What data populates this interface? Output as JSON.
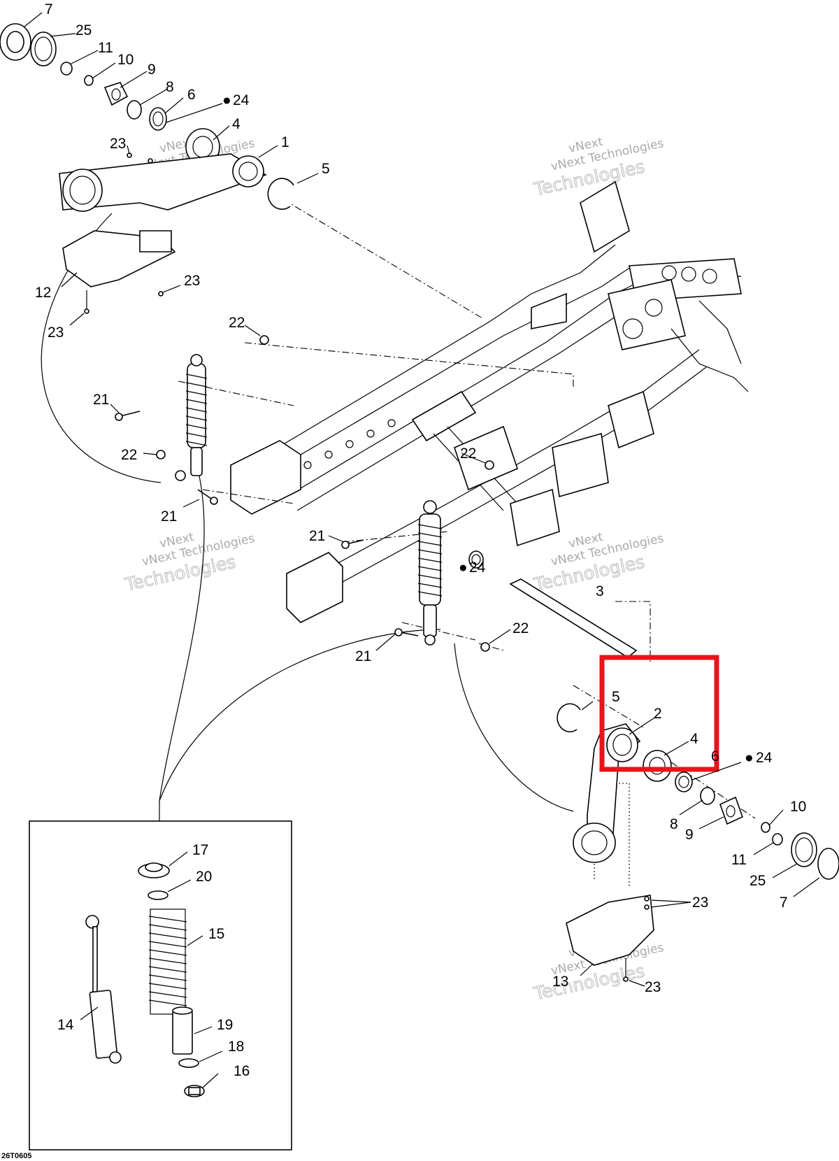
{
  "labels": {
    "l7a": "7",
    "l25a": "25",
    "l11a": "11",
    "l10a": "10",
    "l9a": "9",
    "l8a": "8",
    "l6a": "6",
    "l24a": "24",
    "l4a": "4",
    "l1": "1",
    "l23a": "23",
    "l5a": "5",
    "l12": "12",
    "l23b": "23",
    "l23c": "23",
    "l22a": "22",
    "l21a": "21",
    "l22b": "22",
    "l21b": "21",
    "l22c": "22",
    "l21c": "21",
    "l24b": "24",
    "l3": "3",
    "l22d": "22",
    "l21d": "21",
    "l5b": "5",
    "l2": "2",
    "l4b": "4",
    "l6b": "6",
    "l24c": "24",
    "l8b": "8",
    "l9b": "9",
    "l10b": "10",
    "l11b": "11",
    "l25b": "25",
    "l7b": "7",
    "l23d": "23",
    "l13": "13",
    "l23e": "23",
    "l17": "17",
    "l20": "20",
    "l15": "15",
    "l14": "14",
    "l19": "19",
    "l18": "18",
    "l16": "16"
  },
  "watermark": {
    "line1": "vNext",
    "line2": "vNext Technologies",
    "line3": "Technologies"
  },
  "reference_code": "26T0605",
  "highlight_color": "#e8141b"
}
